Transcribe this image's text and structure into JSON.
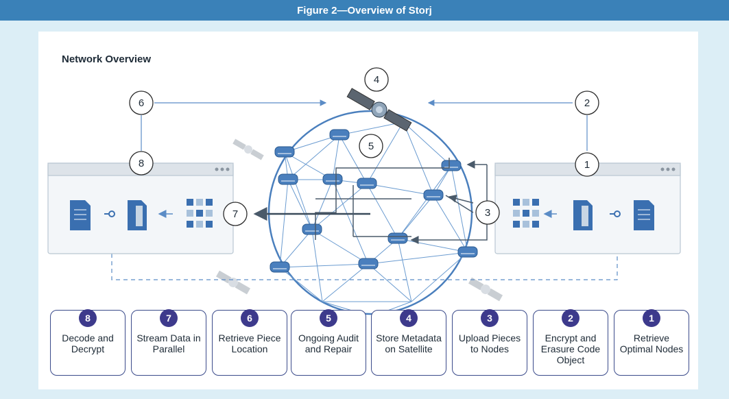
{
  "figure_title": "Figure 2—Overview of Storj",
  "panel_title": "Network Overview",
  "callouts": [
    "1",
    "2",
    "3",
    "4",
    "5",
    "6",
    "7",
    "8"
  ],
  "steps": [
    {
      "num": "1",
      "label": "Retrieve Optimal Nodes"
    },
    {
      "num": "2",
      "label": "Encrypt and Erasure Code Object"
    },
    {
      "num": "3",
      "label": "Upload Pieces to Nodes"
    },
    {
      "num": "4",
      "label": "Store Metadata on Satellite"
    },
    {
      "num": "5",
      "label": "Ongoing Audit and Repair"
    },
    {
      "num": "6",
      "label": "Retrieve Piece Location"
    },
    {
      "num": "7",
      "label": "Stream Data in Parallel"
    },
    {
      "num": "8",
      "label": "Decode and Decrypt"
    }
  ],
  "colors": {
    "title_bar": "#3a81b8",
    "background": "#dceef6",
    "node": "#4a7fbd",
    "badge": "#3d3a8c",
    "line": "#5b8cc6"
  }
}
